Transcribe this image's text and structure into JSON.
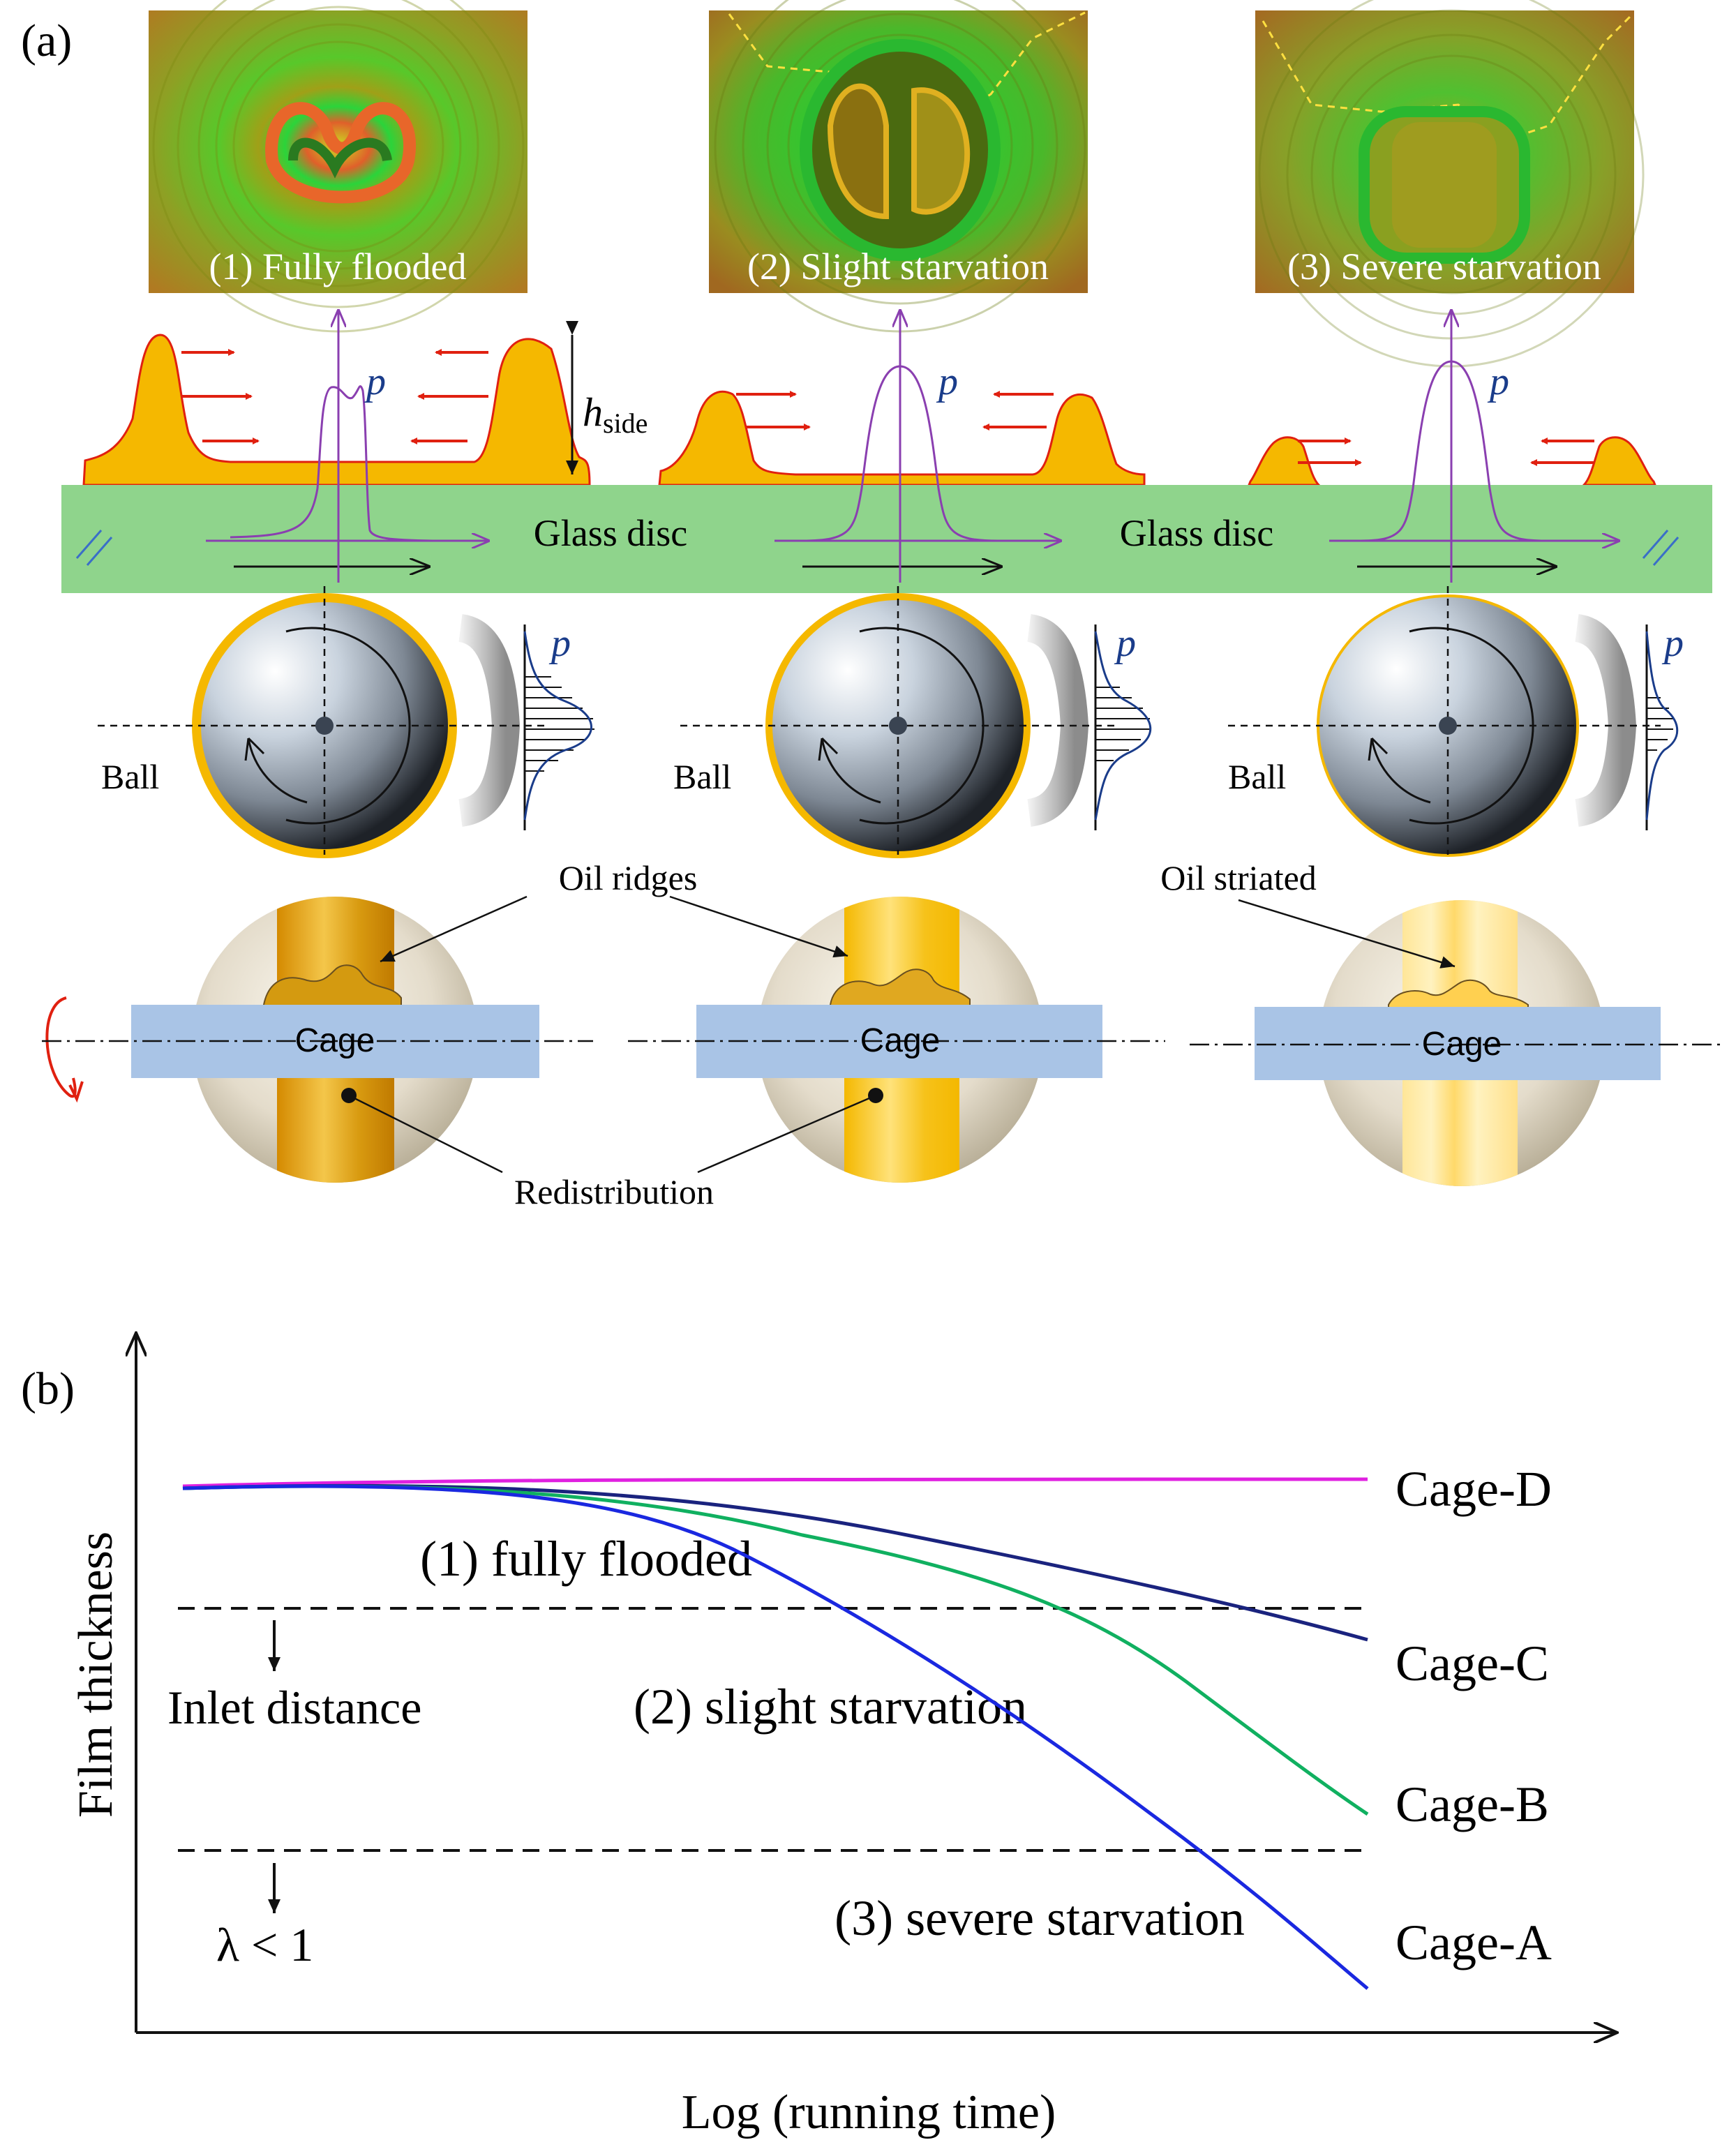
{
  "panel_a": {
    "label": "(a)",
    "images": [
      {
        "caption": "(1) Fully flooded"
      },
      {
        "caption": "(2) Slight starvation"
      },
      {
        "caption": "(3) Severe starvation"
      }
    ],
    "pressure_symbol": "p",
    "height_symbol": "h",
    "height_subscript": "side",
    "disc_label": "Glass disc",
    "ball_label": "Ball",
    "cage_label": "Cage",
    "oil_ridges_label": "Oil ridges",
    "oil_striated_label": "Oil striated",
    "redistribution_label": "Redistribution"
  },
  "panel_b": {
    "label": "(b)",
    "xlabel": "Log (running time)",
    "ylabel": "Film thickness",
    "regions": {
      "fully_flooded": "(1) fully flooded",
      "slight_starvation": "(2) slight starvation",
      "severe_starvation": "(3) severe starvation"
    },
    "thresholds": {
      "inlet": "Inlet distance",
      "lambda": "λ < 1"
    },
    "series": [
      {
        "name": "Cage-D",
        "color": "#e020e0"
      },
      {
        "name": "Cage-C",
        "color": "#1a237e"
      },
      {
        "name": "Cage-B",
        "color": "#10b060"
      },
      {
        "name": "Cage-A",
        "color": "#1a28e0"
      }
    ]
  },
  "colors": {
    "oil": "#f5b800",
    "oil_edge": "#e02010",
    "disc": "#8fd48c",
    "cage": "#a9c4e6",
    "arrow_red": "#e02010",
    "pressure": "#8a3fb0",
    "pressure_label": "#1a3c8a"
  }
}
